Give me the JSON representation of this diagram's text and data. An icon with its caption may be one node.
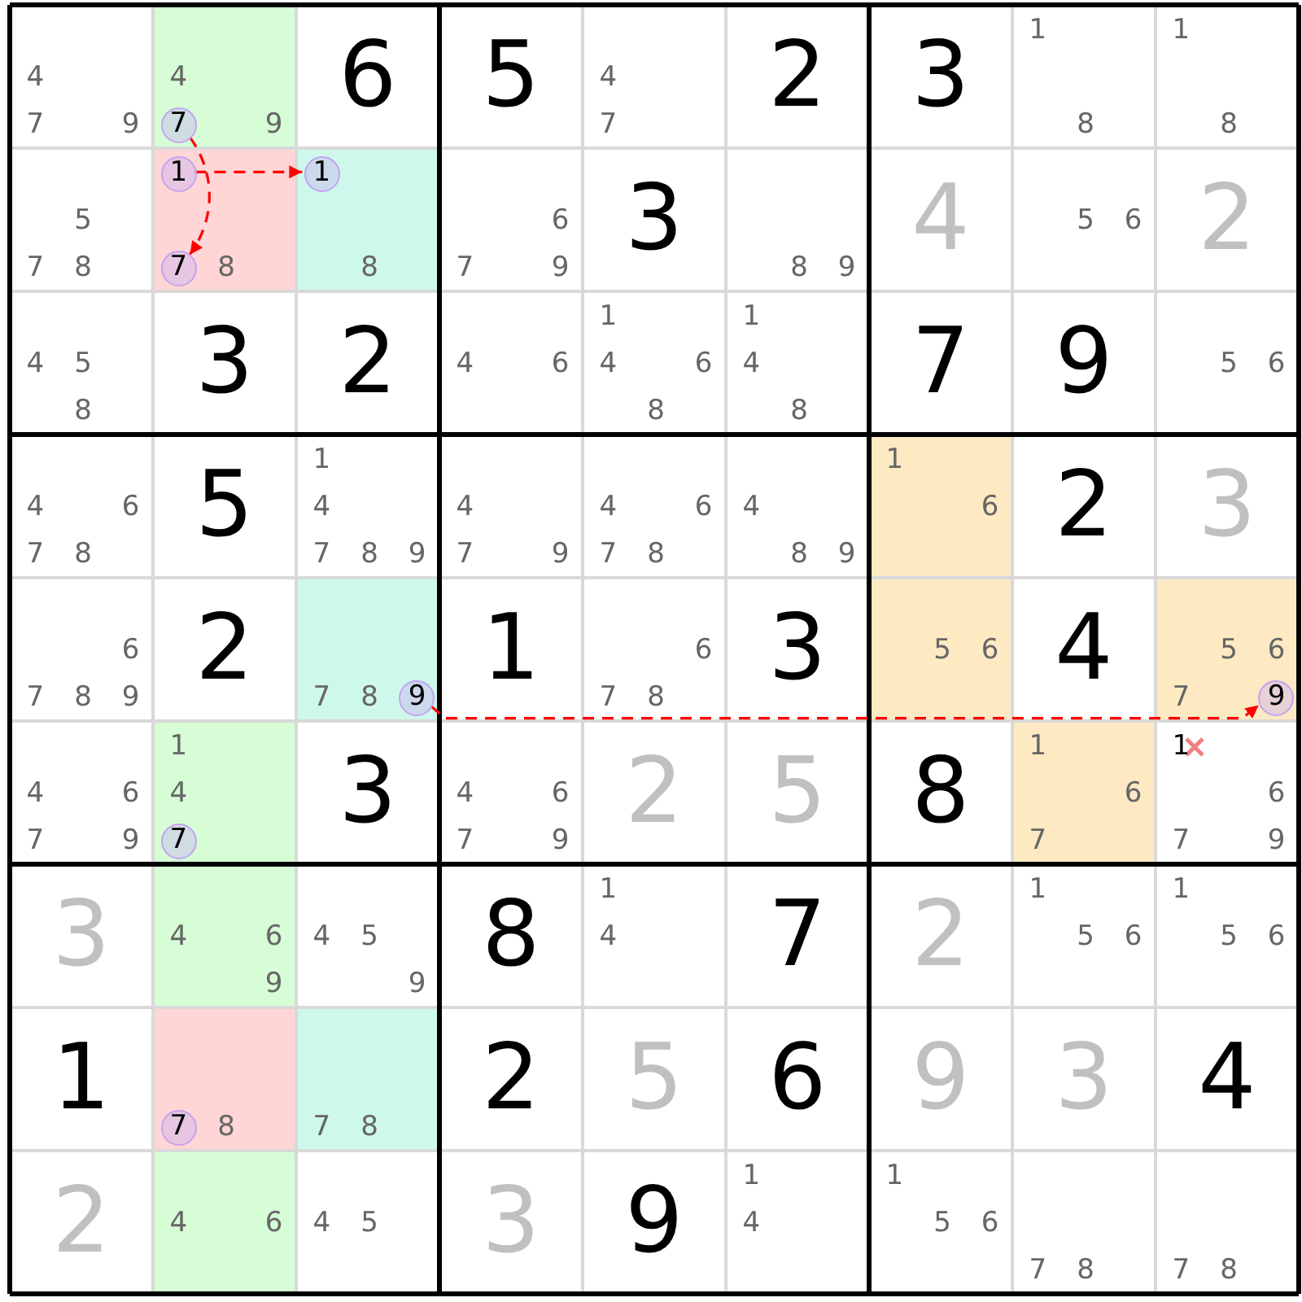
{
  "diagram": {
    "nodes": [
      {
        "text": [
          "4",
          "7",
          "9"
        ]
      },
      {
        "text": [
          "4",
          "9"
        ]
      },
      {
        "text": [
          "7"
        ],
        "in": 1
      },
      {
        "text": [
          "6"
        ]
      },
      {
        "text": [
          "5"
        ]
      },
      {
        "text": [
          "4",
          "7"
        ]
      },
      {
        "text": [
          "2"
        ]
      },
      {
        "text": [
          "3"
        ]
      },
      {
        "text": [
          "1",
          "8"
        ]
      },
      {
        "text": [
          "1",
          "8"
        ]
      },
      {
        "text": [
          "5",
          "7",
          "8"
        ]
      },
      {
        "text": [
          "8"
        ]
      },
      {
        "text": [
          "1"
        ],
        "in": 11
      },
      {
        "text": [
          "7"
        ],
        "in": 11
      },
      {
        "text": [
          "8"
        ]
      },
      {
        "text": [
          "1"
        ],
        "in": 14
      },
      {
        "text": [
          "6",
          "7",
          "9"
        ]
      },
      {
        "text": [
          "3"
        ]
      },
      {
        "text": [
          "8",
          "9"
        ]
      },
      {
        "text": [
          "4"
        ]
      },
      {
        "text": [
          "5",
          "6"
        ]
      },
      {
        "text": [
          "2"
        ]
      },
      {
        "text": [
          "4",
          "5",
          "8"
        ]
      },
      {
        "text": [
          "3"
        ]
      },
      {
        "text": [
          "2"
        ]
      },
      {
        "text": [
          "4",
          "6"
        ]
      },
      {
        "text": [
          "1",
          "4",
          "6",
          "8"
        ]
      },
      {
        "text": [
          "1",
          "4",
          "8"
        ]
      },
      {
        "text": [
          "7"
        ]
      },
      {
        "text": [
          "9"
        ]
      },
      {
        "text": [
          "5",
          "6"
        ]
      },
      {
        "text": [
          "4",
          "6",
          "7",
          "8"
        ]
      },
      {
        "text": [
          "5"
        ]
      },
      {
        "text": [
          "1",
          "4",
          "7",
          "8",
          "9"
        ]
      },
      {
        "text": [
          "4",
          "7",
          "9"
        ]
      },
      {
        "text": [
          "4",
          "6",
          "7",
          "8"
        ]
      },
      {
        "text": [
          "4",
          "8",
          "9"
        ]
      },
      {
        "text": [
          "1",
          "6"
        ]
      },
      {
        "text": [
          "2"
        ]
      },
      {
        "text": [
          "3"
        ]
      },
      {
        "text": [
          "6",
          "7",
          "8",
          "9"
        ]
      },
      {
        "text": [
          "2"
        ]
      },
      {
        "text": [
          "7",
          "8"
        ]
      },
      {
        "text": [
          "9"
        ],
        "in": 42
      },
      {
        "text": [
          "1"
        ]
      },
      {
        "text": [
          "6",
          "7",
          "8"
        ]
      },
      {
        "text": [
          "3"
        ]
      },
      {
        "text": [
          "5",
          "6"
        ]
      },
      {
        "text": [
          "4"
        ]
      },
      {
        "text": [
          "5",
          "6",
          "7"
        ]
      },
      {
        "text": [
          "9"
        ],
        "in": 49
      },
      {
        "text": [
          "4",
          "6",
          "7",
          "9"
        ]
      },
      {
        "text": [
          "1",
          "4"
        ]
      },
      {
        "text": [
          "7"
        ],
        "in": 52
      },
      {
        "text": [
          "3"
        ]
      },
      {
        "text": [
          "4",
          "6",
          "7",
          "9"
        ]
      },
      {
        "text": [
          "2"
        ]
      },
      {
        "text": [
          "5"
        ]
      },
      {
        "text": [
          "8"
        ]
      },
      {
        "text": [
          "1",
          "6",
          "7"
        ]
      },
      {
        "text": [
          "1",
          "6",
          "7",
          "9"
        ]
      },
      {
        "text": [
          "3"
        ]
      },
      {
        "text": [
          "4",
          "6",
          "9"
        ]
      },
      {
        "text": [
          "4",
          "5",
          "9"
        ]
      },
      {
        "text": [
          "8"
        ]
      },
      {
        "text": [
          "1",
          "4"
        ]
      },
      {
        "text": [
          "7"
        ]
      },
      {
        "text": [
          "2"
        ]
      },
      {
        "text": [
          "1",
          "5",
          "6"
        ]
      },
      {
        "text": [
          "1",
          "5",
          "6"
        ]
      },
      {
        "text": [
          "1"
        ]
      },
      {
        "text": [
          "8"
        ]
      },
      {
        "text": [
          "7"
        ],
        "in": 71
      },
      {
        "text": [
          "7",
          "8"
        ]
      },
      {
        "text": [
          "2"
        ]
      },
      {
        "text": [
          "5"
        ]
      },
      {
        "text": [
          "6"
        ]
      },
      {
        "text": [
          "9"
        ]
      },
      {
        "text": [
          "3"
        ]
      },
      {
        "text": [
          "4"
        ]
      },
      {
        "text": [
          "2"
        ]
      },
      {
        "text": [
          "4",
          "6"
        ]
      },
      {
        "text": [
          "4",
          "5"
        ]
      },
      {
        "text": [
          "3"
        ]
      },
      {
        "text": [
          "9"
        ]
      },
      {
        "text": [
          "1",
          "4"
        ]
      },
      {
        "text": [
          "1",
          "5",
          "6"
        ]
      },
      {
        "text": [
          "7",
          "8"
        ]
      },
      {
        "text": [
          "7",
          "8"
        ]
      }
    ],
    "edges": [
      {
        "from": 2,
        "to": 13,
        "arrow": "to",
        "style": "dashed"
      },
      {
        "from": 12,
        "to": 15,
        "arrow": "to",
        "style": "dashed"
      },
      {
        "from": 43,
        "to": 50,
        "arrow": "to",
        "style": "dashed"
      }
    ]
  }
}
